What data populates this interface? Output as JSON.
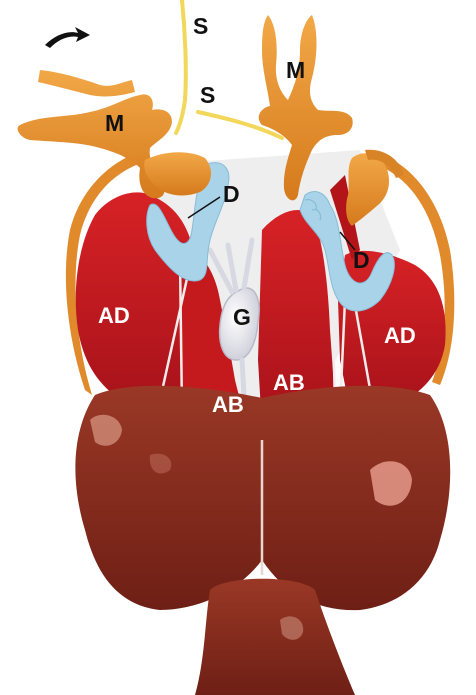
{
  "labels": {
    "S1": "S",
    "S2": "S",
    "M1": "M",
    "M2": "M",
    "D1": "D",
    "D2": "D",
    "AD1": "AD",
    "AD2": "AD",
    "G": "G",
    "AB1": "AB",
    "AB2": "AB"
  },
  "colors": {
    "muscle_red": "#c8181c",
    "muscle_dark": "#8e0d12",
    "liver_brown": "#8a2d1e",
    "liver_dark": "#5e1a12",
    "ossicle_orange": "#e8932e",
    "duct_blue": "#a9d3e8",
    "nerve_yellow": "#f2d75a",
    "ganglion_grey": "#e4e4ee"
  }
}
